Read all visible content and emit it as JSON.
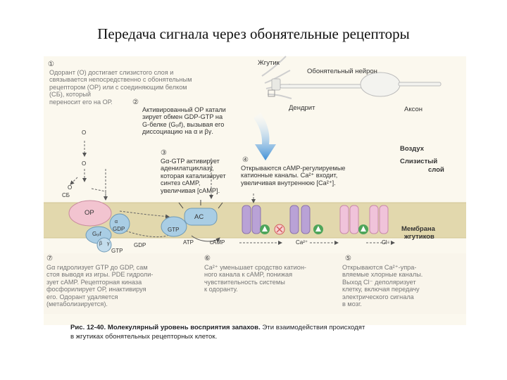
{
  "title": "Передача сигнала через обонятельные рецепторы",
  "steps": {
    "s1": {
      "num": "①",
      "lines": [
        "Одорант (О) достигает слизистого слоя и",
        "связывается непосредственно с обонятельным",
        "рецептором (ОР) или с соединяющим белком",
        "(СБ), который",
        "переносит его на ОР."
      ]
    },
    "s2": {
      "num": "②",
      "lines": [
        "Активированный ОР катали",
        "зирует обмен GDP-GTP на",
        "G-белке (Gₒₗf), вызывая его",
        "диссоциацию на α и βγ."
      ]
    },
    "s3": {
      "num": "③",
      "lines": [
        "Gα-GTP активирует",
        "аденилатциклазу,",
        "которая катализирует",
        "синтез cAMP,",
        "увеличивая [cAMP]."
      ]
    },
    "s4": {
      "num": "④",
      "lines": [
        "Открываются cAMP-регулируемые",
        "катионные каналы. Ca²⁺ входит,",
        "увеличивая внутреннюю [Ca²⁺]."
      ]
    },
    "s5": {
      "num": "⑤",
      "lines": [
        "Открываются Ca²⁺-упра-",
        "вляемые хлорные каналы.",
        "Выход Cl⁻ деполяризует",
        "клетку, включая передачу",
        "электрического сигнала",
        "в мозг."
      ]
    },
    "s6": {
      "num": "⑥",
      "lines": [
        "Ca²⁺ уменьшает сродство катион-",
        "ного канала к cAMP, понижая",
        "чувствительность системы",
        "к одоранту."
      ]
    },
    "s7": {
      "num": "⑦",
      "lines": [
        "Gα гидролизует GTP до GDP, сам",
        "стоя выводя из игры. PDE гидроли-",
        "зует cAMP. Рецепторная киназа",
        "фосфорилирует ОР, инактивируя",
        "его. Одорант удаляется",
        "(метаболизируется)."
      ]
    }
  },
  "neuron_labels": {
    "cilium": "Жгутик",
    "neuron": "Обонятельный нейрон",
    "dendrite": "Дендрит",
    "axon": "Аксон"
  },
  "side_labels": {
    "air": "Воздух",
    "mucus_1": "Слизистый",
    "mucus_2": "слой",
    "membrane_1": "Мембрана",
    "membrane_2": "жгутиков"
  },
  "molecules": {
    "odorant": "О",
    "odorant_bp": "О",
    "binding_protein": "СБ",
    "receptor": "ОР",
    "ac": "AC",
    "alpha": "α",
    "gdp_bound": "GDP",
    "golf": "Gₒₗf",
    "beta": "β",
    "gamma": "γ",
    "gtp_bound": "GTP",
    "gtp": "GTP",
    "gdp": "GDP",
    "atp": "ATP",
    "camp": "cAMP",
    "ca": "Ca²⁺",
    "cl": "Cl⁻"
  },
  "caption": {
    "label": "Рис. 12-40. Молекулярный уровень восприятия запахов.",
    "line1_rest": " Эти взаимодействия происходят",
    "line2": "в жгутиках обонятельных рецепторных клеток."
  },
  "colors": {
    "membrane": "#e2d8ad",
    "receptor": "#f2c4d0",
    "gprotein": "#a9cde4",
    "channel_purple": "#b9a2d6",
    "channel_pink": "#f0c3da",
    "green": "#4ea55a",
    "arrow_blue": "#3f8fd6"
  }
}
